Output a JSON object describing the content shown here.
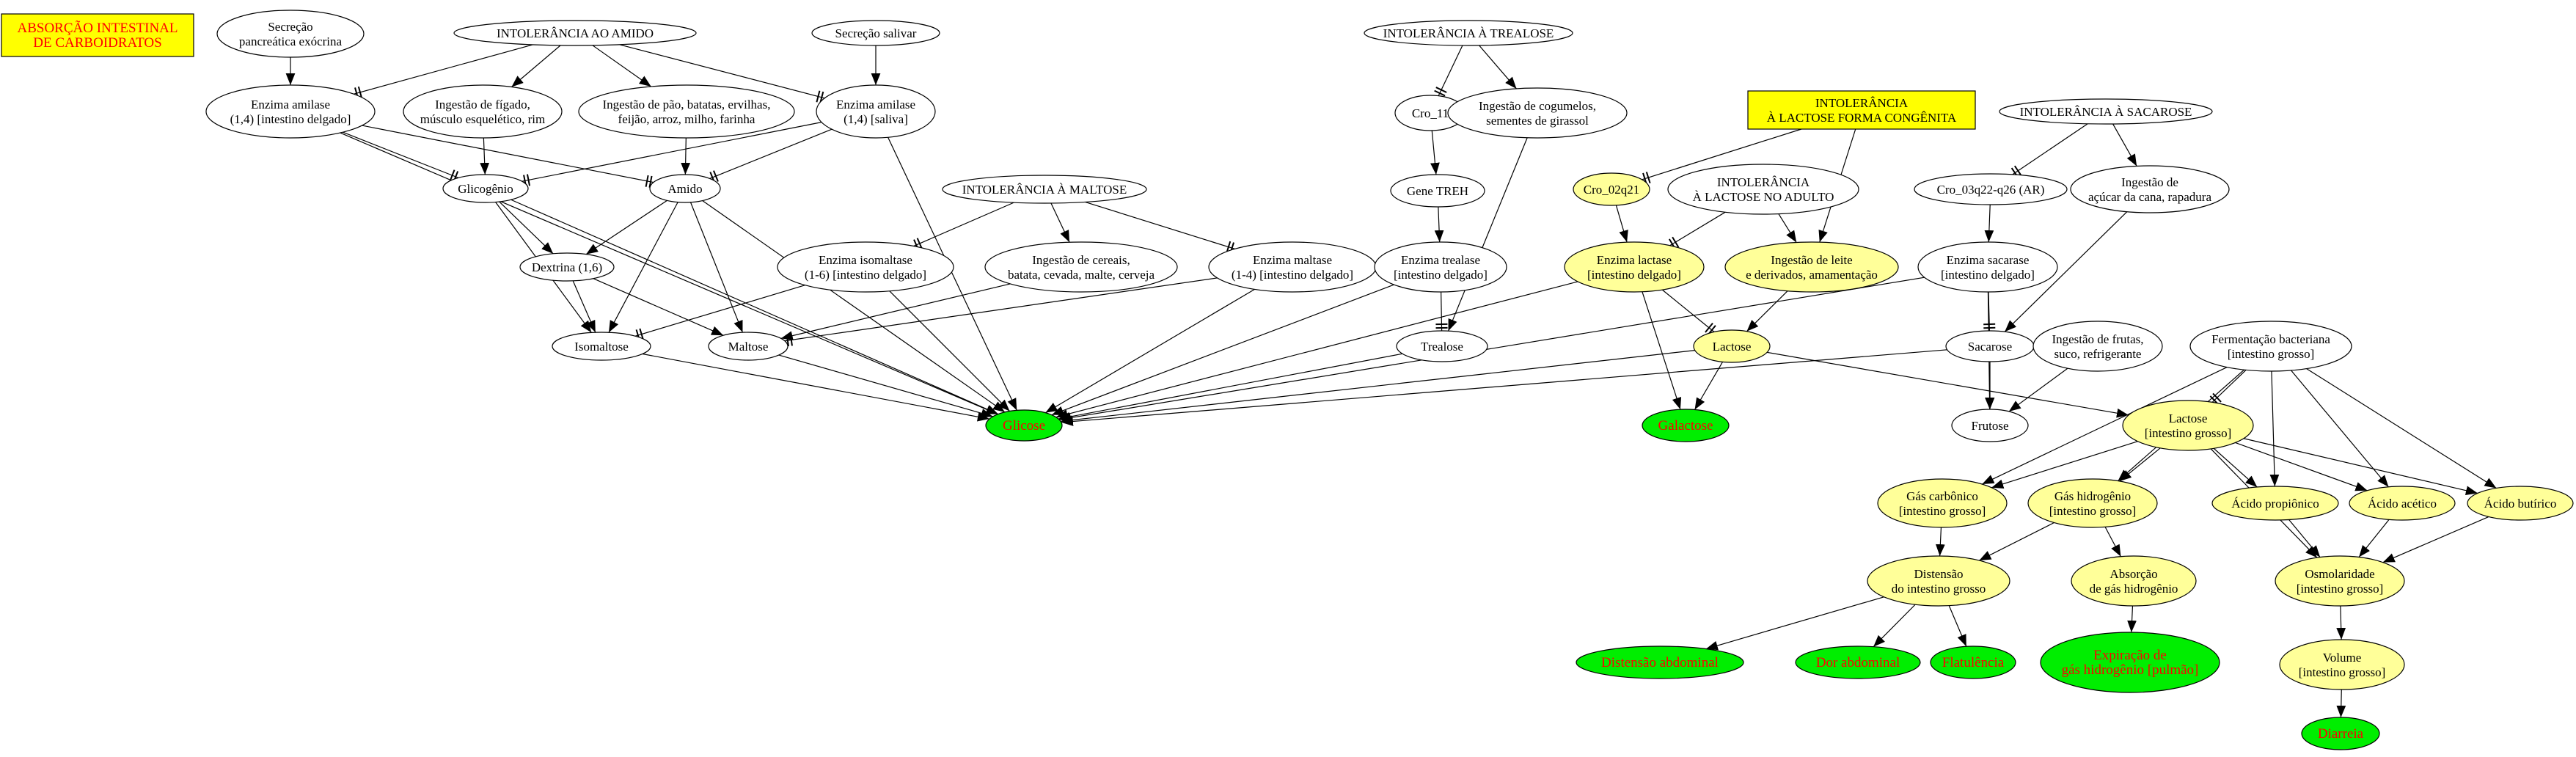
{
  "diagram": {
    "nodes": [
      {
        "id": "title",
        "lines": [
          "ABSORÇÃO INTESTINAL",
          "DE CARBOIDRATOS"
        ],
        "shape": "box",
        "fill": "#ffff00",
        "text_color": "#ff0000"
      },
      {
        "id": "sec_panc",
        "lines": [
          "Secreção",
          "pancreática exócrina"
        ],
        "shape": "ellipse",
        "fill": "#ffffff"
      },
      {
        "id": "int_amido",
        "lines": [
          "INTOLERÂNCIA AO AMIDO"
        ],
        "shape": "ellipse",
        "fill": "#ffffff"
      },
      {
        "id": "sec_saliv",
        "lines": [
          "Secreção salivar"
        ],
        "shape": "ellipse",
        "fill": "#ffffff"
      },
      {
        "id": "enz_amil_int",
        "lines": [
          "Enzima amilase",
          "(1,4) [intestino delgado]"
        ],
        "shape": "ellipse",
        "fill": "#ffffff"
      },
      {
        "id": "ing_figado",
        "lines": [
          "Ingestão de fígado,",
          "músculo esquelético, rim"
        ],
        "shape": "ellipse",
        "fill": "#ffffff"
      },
      {
        "id": "ing_pao",
        "lines": [
          "Ingestão de pão, batatas, ervilhas,",
          "feijão, arroz, milho, farinha"
        ],
        "shape": "ellipse",
        "fill": "#ffffff"
      },
      {
        "id": "enz_amil_sal",
        "lines": [
          "Enzima amilase",
          "(1,4) [saliva]"
        ],
        "shape": "ellipse",
        "fill": "#ffffff"
      },
      {
        "id": "glicogenio",
        "lines": [
          "Glicogênio"
        ],
        "shape": "ellipse",
        "fill": "#ffffff"
      },
      {
        "id": "amido",
        "lines": [
          "Amido"
        ],
        "shape": "ellipse",
        "fill": "#ffffff"
      },
      {
        "id": "dextrina",
        "lines": [
          "Dextrina (1,6)"
        ],
        "shape": "ellipse",
        "fill": "#ffffff"
      },
      {
        "id": "isomaltose",
        "lines": [
          "Isomaltose"
        ],
        "shape": "ellipse",
        "fill": "#ffffff"
      },
      {
        "id": "maltose",
        "lines": [
          "Maltose"
        ],
        "shape": "ellipse",
        "fill": "#ffffff"
      },
      {
        "id": "int_maltose",
        "lines": [
          "INTOLERÂNCIA À MALTOSE"
        ],
        "shape": "ellipse",
        "fill": "#ffffff"
      },
      {
        "id": "enz_isomalt",
        "lines": [
          "Enzima isomaltase",
          "(1-6) [intestino delgado]"
        ],
        "shape": "ellipse",
        "fill": "#ffffff"
      },
      {
        "id": "ing_cereais",
        "lines": [
          "Ingestão de cereais,",
          "batata, cevada, malte, cerveja"
        ],
        "shape": "ellipse",
        "fill": "#ffffff"
      },
      {
        "id": "enz_maltase",
        "lines": [
          "Enzima maltase",
          "(1-4) [intestino delgado]"
        ],
        "shape": "ellipse",
        "fill": "#ffffff"
      },
      {
        "id": "glicose",
        "lines": [
          "Glicose"
        ],
        "shape": "ellipse",
        "fill": "#00ee00",
        "text_color": "#ff0000"
      },
      {
        "id": "int_trealose",
        "lines": [
          "INTOLERÂNCIA À TREALOSE"
        ],
        "shape": "ellipse",
        "fill": "#ffffff"
      },
      {
        "id": "cro11",
        "lines": [
          "Cro_11"
        ],
        "shape": "ellipse",
        "fill": "#ffffff"
      },
      {
        "id": "ing_cogum",
        "lines": [
          "Ingestão de cogumelos,",
          "sementes de girassol"
        ],
        "shape": "ellipse",
        "fill": "#ffffff"
      },
      {
        "id": "gene_treh",
        "lines": [
          "Gene TREH"
        ],
        "shape": "ellipse",
        "fill": "#ffffff"
      },
      {
        "id": "enz_trealase",
        "lines": [
          "Enzima trealase",
          "[intestino delgado]"
        ],
        "shape": "ellipse",
        "fill": "#ffffff"
      },
      {
        "id": "trealose",
        "lines": [
          "Trealose"
        ],
        "shape": "ellipse",
        "fill": "#ffffff"
      },
      {
        "id": "int_lact_cong",
        "lines": [
          "INTOLERÂNCIA",
          "À LACTOSE FORMA CONGÊNITA"
        ],
        "shape": "box",
        "fill": "#ffff00",
        "text_color": "#000000"
      },
      {
        "id": "cro02q21",
        "lines": [
          "Cro_02q21"
        ],
        "shape": "ellipse",
        "fill": "#ffff99"
      },
      {
        "id": "int_lact_adulto",
        "lines": [
          "INTOLERÂNCIA",
          "À LACTOSE NO ADULTO"
        ],
        "shape": "ellipse",
        "fill": "#ffffff"
      },
      {
        "id": "enz_lactase",
        "lines": [
          "Enzima lactase",
          "[intestino delgado]"
        ],
        "shape": "ellipse",
        "fill": "#ffff99"
      },
      {
        "id": "ing_leite",
        "lines": [
          "Ingestão de leite",
          "e derivados, amamentação"
        ],
        "shape": "ellipse",
        "fill": "#ffff99"
      },
      {
        "id": "lactose",
        "lines": [
          "Lactose"
        ],
        "shape": "ellipse",
        "fill": "#ffff99"
      },
      {
        "id": "galactose",
        "lines": [
          "Galactose"
        ],
        "shape": "ellipse",
        "fill": "#00ee00",
        "text_color": "#ff0000"
      },
      {
        "id": "int_sacarose",
        "lines": [
          "INTOLERÂNCIA À SACAROSE"
        ],
        "shape": "ellipse",
        "fill": "#ffffff"
      },
      {
        "id": "cro03q22",
        "lines": [
          "Cro_03q22-q26 (AR)"
        ],
        "shape": "ellipse",
        "fill": "#ffffff"
      },
      {
        "id": "ing_acucar",
        "lines": [
          "Ingestão de",
          "açúcar da cana, rapadura"
        ],
        "shape": "ellipse",
        "fill": "#ffffff"
      },
      {
        "id": "enz_sacarase",
        "lines": [
          "Enzima sacarase",
          "[intestino delgado]"
        ],
        "shape": "ellipse",
        "fill": "#ffffff"
      },
      {
        "id": "sacarose",
        "lines": [
          "Sacarose"
        ],
        "shape": "ellipse",
        "fill": "#ffffff"
      },
      {
        "id": "ing_frutas",
        "lines": [
          "Ingestão de frutas,",
          "suco, refrigerante"
        ],
        "shape": "ellipse",
        "fill": "#ffffff"
      },
      {
        "id": "frutose",
        "lines": [
          "Frutose"
        ],
        "shape": "ellipse",
        "fill": "#ffffff"
      },
      {
        "id": "ferment",
        "lines": [
          "Fermentação bacteriana",
          "[intestino grosso]"
        ],
        "shape": "ellipse",
        "fill": "#ffffff"
      },
      {
        "id": "lactose_ig",
        "lines": [
          "Lactose",
          "[intestino grosso]"
        ],
        "shape": "ellipse",
        "fill": "#ffff99"
      },
      {
        "id": "gas_carb",
        "lines": [
          "Gás carbônico",
          "[intestino grosso]"
        ],
        "shape": "ellipse",
        "fill": "#ffff99"
      },
      {
        "id": "gas_hidro",
        "lines": [
          "Gás hidrogênio",
          "[intestino grosso]"
        ],
        "shape": "ellipse",
        "fill": "#ffff99"
      },
      {
        "id": "ac_propionico",
        "lines": [
          "Ácido propiônico"
        ],
        "shape": "ellipse",
        "fill": "#ffff99"
      },
      {
        "id": "ac_acetico",
        "lines": [
          "Ácido acético"
        ],
        "shape": "ellipse",
        "fill": "#ffff99"
      },
      {
        "id": "ac_butirico",
        "lines": [
          "Ácido butírico"
        ],
        "shape": "ellipse",
        "fill": "#ffff99"
      },
      {
        "id": "distensao",
        "lines": [
          "Distensão",
          "do intestino grosso"
        ],
        "shape": "ellipse",
        "fill": "#ffff99"
      },
      {
        "id": "absorcao_h",
        "lines": [
          "Absorção",
          "de gás hidrogênio"
        ],
        "shape": "ellipse",
        "fill": "#ffff99"
      },
      {
        "id": "osmolaridade",
        "lines": [
          "Osmolaridade",
          "[intestino grosso]"
        ],
        "shape": "ellipse",
        "fill": "#ffff99"
      },
      {
        "id": "dist_abd",
        "lines": [
          "Distensão abdominal"
        ],
        "shape": "ellipse",
        "fill": "#00ee00",
        "text_color": "#ff0000"
      },
      {
        "id": "dor_abd",
        "lines": [
          "Dor abdominal"
        ],
        "shape": "ellipse",
        "fill": "#00ee00",
        "text_color": "#ff0000"
      },
      {
        "id": "flatulencia",
        "lines": [
          "Flatulência"
        ],
        "shape": "ellipse",
        "fill": "#00ee00",
        "text_color": "#ff0000"
      },
      {
        "id": "expiracao",
        "lines": [
          "Expiração de",
          "gás hidrogênio [pulmão]"
        ],
        "shape": "ellipse",
        "fill": "#00ee00",
        "text_color": "#ff0000"
      },
      {
        "id": "volume",
        "lines": [
          "Volume",
          "[intestino grosso]"
        ],
        "shape": "ellipse",
        "fill": "#ffff99"
      },
      {
        "id": "diarreia",
        "lines": [
          "Diarreia"
        ],
        "shape": "ellipse",
        "fill": "#00ee00",
        "text_color": "#ff0000"
      }
    ],
    "edges": [
      {
        "from": "sec_panc",
        "to": "enz_amil_int",
        "type": "normal"
      },
      {
        "from": "int_amido",
        "to": "enz_amil_int",
        "type": "tee"
      },
      {
        "from": "int_amido",
        "to": "ing_figado",
        "type": "normal"
      },
      {
        "from": "int_amido",
        "to": "ing_pao",
        "type": "normal"
      },
      {
        "from": "int_amido",
        "to": "enz_amil_sal",
        "type": "tee"
      },
      {
        "from": "sec_saliv",
        "to": "enz_amil_sal",
        "type": "normal"
      },
      {
        "from": "enz_amil_int",
        "to": "glicogenio",
        "type": "tee"
      },
      {
        "from": "enz_amil_int",
        "to": "amido",
        "type": "tee"
      },
      {
        "from": "enz_amil_int",
        "to": "glicose",
        "type": "normal"
      },
      {
        "from": "ing_figado",
        "to": "glicogenio",
        "type": "normal"
      },
      {
        "from": "ing_pao",
        "to": "amido",
        "type": "normal"
      },
      {
        "from": "enz_amil_sal",
        "to": "glicogenio",
        "type": "tee"
      },
      {
        "from": "enz_amil_sal",
        "to": "amido",
        "type": "tee"
      },
      {
        "from": "enz_amil_sal",
        "to": "glicose",
        "type": "normal"
      },
      {
        "from": "glicogenio",
        "to": "dextrina",
        "type": "normal"
      },
      {
        "from": "glicogenio",
        "to": "isomaltose",
        "type": "normal"
      },
      {
        "from": "glicogenio",
        "to": "glicose",
        "type": "normal"
      },
      {
        "from": "amido",
        "to": "dextrina",
        "type": "normal"
      },
      {
        "from": "amido",
        "to": "isomaltose",
        "type": "normal"
      },
      {
        "from": "amido",
        "to": "maltose",
        "type": "normal"
      },
      {
        "from": "amido",
        "to": "glicose",
        "type": "normal"
      },
      {
        "from": "dextrina",
        "to": "isomaltose",
        "type": "normal"
      },
      {
        "from": "dextrina",
        "to": "maltose",
        "type": "normal"
      },
      {
        "from": "int_maltose",
        "to": "enz_isomalt",
        "type": "tee"
      },
      {
        "from": "int_maltose",
        "to": "ing_cereais",
        "type": "normal"
      },
      {
        "from": "int_maltose",
        "to": "enz_maltase",
        "type": "tee"
      },
      {
        "from": "enz_isomalt",
        "to": "isomaltose",
        "type": "tee"
      },
      {
        "from": "enz_isomalt",
        "to": "glicose",
        "type": "normal"
      },
      {
        "from": "ing_cereais",
        "to": "maltose",
        "type": "normal"
      },
      {
        "from": "enz_maltase",
        "to": "maltose",
        "type": "tee"
      },
      {
        "from": "enz_maltase",
        "to": "glicose",
        "type": "normal"
      },
      {
        "from": "isomaltose",
        "to": "glicose",
        "type": "normal"
      },
      {
        "from": "maltose",
        "to": "glicose",
        "type": "normal"
      },
      {
        "from": "int_trealose",
        "to": "cro11",
        "type": "tee"
      },
      {
        "from": "int_trealose",
        "to": "ing_cogum",
        "type": "normal"
      },
      {
        "from": "cro11",
        "to": "gene_treh",
        "type": "normal"
      },
      {
        "from": "gene_treh",
        "to": "enz_trealase",
        "type": "normal"
      },
      {
        "from": "enz_trealase",
        "to": "trealose",
        "type": "tee"
      },
      {
        "from": "enz_trealase",
        "to": "glicose",
        "type": "normal"
      },
      {
        "from": "ing_cogum",
        "to": "trealose",
        "type": "normal"
      },
      {
        "from": "trealose",
        "to": "glicose",
        "type": "normal"
      },
      {
        "from": "int_lact_cong",
        "to": "cro02q21",
        "type": "tee"
      },
      {
        "from": "int_lact_cong",
        "to": "ing_leite",
        "type": "normal"
      },
      {
        "from": "cro02q21",
        "to": "enz_lactase",
        "type": "normal"
      },
      {
        "from": "int_lact_adulto",
        "to": "enz_lactase",
        "type": "tee"
      },
      {
        "from": "int_lact_adulto",
        "to": "ing_leite",
        "type": "normal"
      },
      {
        "from": "enz_lactase",
        "to": "lactose",
        "type": "tee"
      },
      {
        "from": "enz_lactase",
        "to": "glicose",
        "type": "normal"
      },
      {
        "from": "enz_lactase",
        "to": "galactose",
        "type": "normal"
      },
      {
        "from": "ing_leite",
        "to": "lactose",
        "type": "normal"
      },
      {
        "from": "lactose",
        "to": "glicose",
        "type": "normal"
      },
      {
        "from": "lactose",
        "to": "galactose",
        "type": "normal"
      },
      {
        "from": "lactose",
        "to": "lactose_ig",
        "type": "normal"
      },
      {
        "from": "int_sacarose",
        "to": "cro03q22",
        "type": "tee"
      },
      {
        "from": "int_sacarose",
        "to": "ing_acucar",
        "type": "normal"
      },
      {
        "from": "cro03q22",
        "to": "enz_sacarase",
        "type": "normal"
      },
      {
        "from": "enz_sacarase",
        "to": "sacarose",
        "type": "tee"
      },
      {
        "from": "enz_sacarase",
        "to": "glicose",
        "type": "normal"
      },
      {
        "from": "enz_sacarase",
        "to": "frutose",
        "type": "normal"
      },
      {
        "from": "ing_acucar",
        "to": "sacarose",
        "type": "normal"
      },
      {
        "from": "sacarose",
        "to": "glicose",
        "type": "normal"
      },
      {
        "from": "sacarose",
        "to": "frutose",
        "type": "normal"
      },
      {
        "from": "ing_frutas",
        "to": "frutose",
        "type": "normal"
      },
      {
        "from": "ferment",
        "to": "lactose_ig",
        "type": "tee"
      },
      {
        "from": "ferment",
        "to": "gas_carb",
        "type": "normal"
      },
      {
        "from": "ferment",
        "to": "gas_hidro",
        "type": "normal"
      },
      {
        "from": "ferment",
        "to": "ac_propionico",
        "type": "normal"
      },
      {
        "from": "ferment",
        "to": "ac_acetico",
        "type": "normal"
      },
      {
        "from": "ferment",
        "to": "ac_butirico",
        "type": "normal"
      },
      {
        "from": "lactose_ig",
        "to": "gas_carb",
        "type": "normal"
      },
      {
        "from": "lactose_ig",
        "to": "gas_hidro",
        "type": "normal"
      },
      {
        "from": "lactose_ig",
        "to": "ac_propionico",
        "type": "normal"
      },
      {
        "from": "lactose_ig",
        "to": "ac_acetico",
        "type": "normal"
      },
      {
        "from": "lactose_ig",
        "to": "ac_butirico",
        "type": "normal"
      },
      {
        "from": "lactose_ig",
        "to": "osmolaridade",
        "type": "normal"
      },
      {
        "from": "gas_carb",
        "to": "distensao",
        "type": "normal"
      },
      {
        "from": "gas_hidro",
        "to": "distensao",
        "type": "normal"
      },
      {
        "from": "gas_hidro",
        "to": "absorcao_h",
        "type": "normal"
      },
      {
        "from": "ac_propionico",
        "to": "osmolaridade",
        "type": "normal"
      },
      {
        "from": "ac_acetico",
        "to": "osmolaridade",
        "type": "normal"
      },
      {
        "from": "ac_butirico",
        "to": "osmolaridade",
        "type": "normal"
      },
      {
        "from": "distensao",
        "to": "dist_abd",
        "type": "normal"
      },
      {
        "from": "distensao",
        "to": "dor_abd",
        "type": "normal"
      },
      {
        "from": "distensao",
        "to": "flatulencia",
        "type": "normal"
      },
      {
        "from": "absorcao_h",
        "to": "expiracao",
        "type": "normal"
      },
      {
        "from": "osmolaridade",
        "to": "volume",
        "type": "normal"
      },
      {
        "from": "volume",
        "to": "diarreia",
        "type": "normal"
      }
    ]
  }
}
